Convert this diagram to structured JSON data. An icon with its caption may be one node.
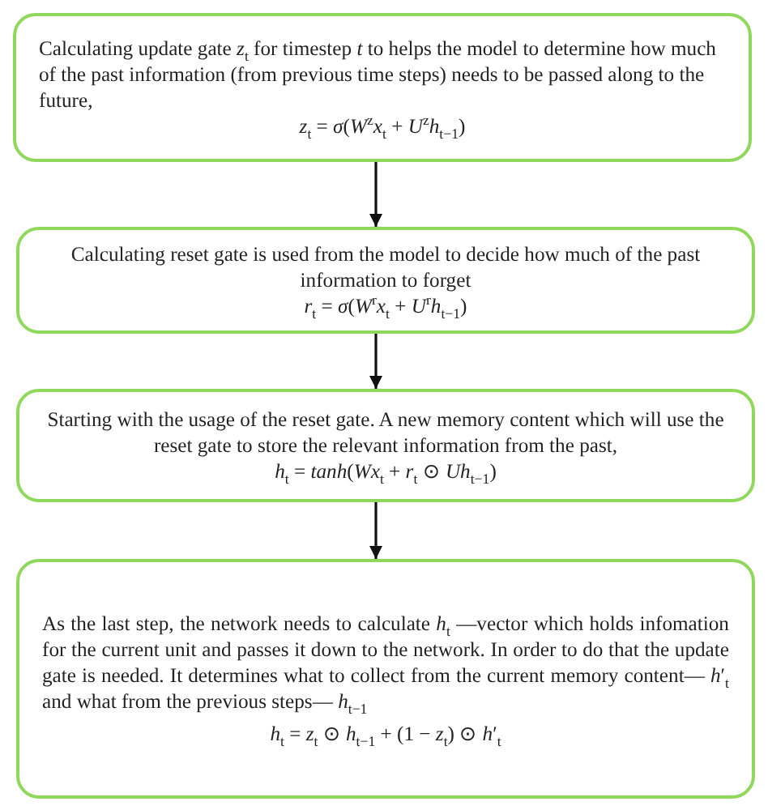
{
  "diagram": {
    "nodes": [
      {
        "text": [
          "Calculating update gate *z*$_{t}$ for timestep *t* to helps the model to determine how much of the past information (from previous time steps) needs to be passed along to the future,",
          "*z*$_{t}$ = *σ*(*W*$^{z}$*x*$_{t}$ + *U*$^{z}$*h*$_{t−1}$)"
        ]
      },
      {
        "text": [
          "Calculating reset gate is used from the model to decide how much of the past information to forget",
          "*r*$_{t}$ = *σ*(*W*$^{r}$*x*$_{t}$ + *U*$^{r}$*h*$_{t−1}$)"
        ]
      },
      {
        "text": [
          "Starting with the usage of the reset gate. A new memory content which will use the reset gate to store the relevant information from the past,",
          "*h*$_{t}$ = *tanh*(*Wx*$_{t}$ + *r*$_{t}$ ⊙ *Uh*$_{t−1}$)"
        ]
      },
      {
        "text": [
          "As the last step, the network needs to calculate *h*$_{t}$ —vector which holds infomation for the current unit and passes it down to the network. In order to do that the update gate is needed. It determines what to collect from the current memory content— *h*′$_{t}$ and what from the previous steps— *h*$_{t−1}$",
          "*h*$_{t}$ = *z*$_{t}$ ⊙ *h*$_{t−1}$ + (1 − *z*$_{t}$) ⊙ *h*′$_{t}$"
        ]
      }
    ],
    "edges": [
      {
        "from": 0,
        "to": 1,
        "arrow": "to"
      },
      {
        "from": 1,
        "to": 2,
        "arrow": "to"
      },
      {
        "from": 2,
        "to": 3,
        "arrow": "to"
      }
    ]
  }
}
